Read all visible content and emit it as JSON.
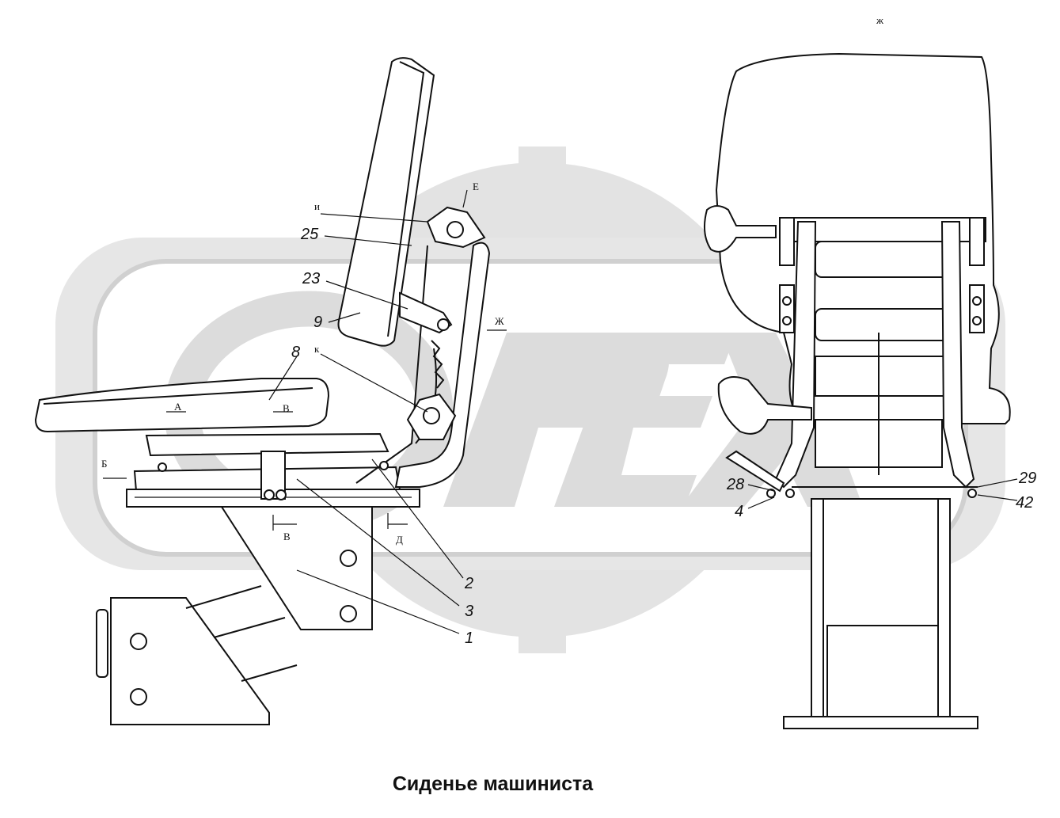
{
  "caption": "Сиденье машиниста",
  "watermark": {
    "text": "ОРЕХ",
    "color": "#d9d9d9"
  },
  "views": {
    "side": {
      "part_labels": [
        "9",
        "25",
        "23",
        "8",
        "2",
        "3",
        "1"
      ],
      "section_markers": [
        "и",
        "Е",
        "Ж",
        "к",
        "А",
        "В",
        "Б",
        "Д"
      ]
    },
    "front": {
      "view_label": "ж",
      "part_labels": [
        "28",
        "4",
        "29",
        "42"
      ]
    }
  }
}
